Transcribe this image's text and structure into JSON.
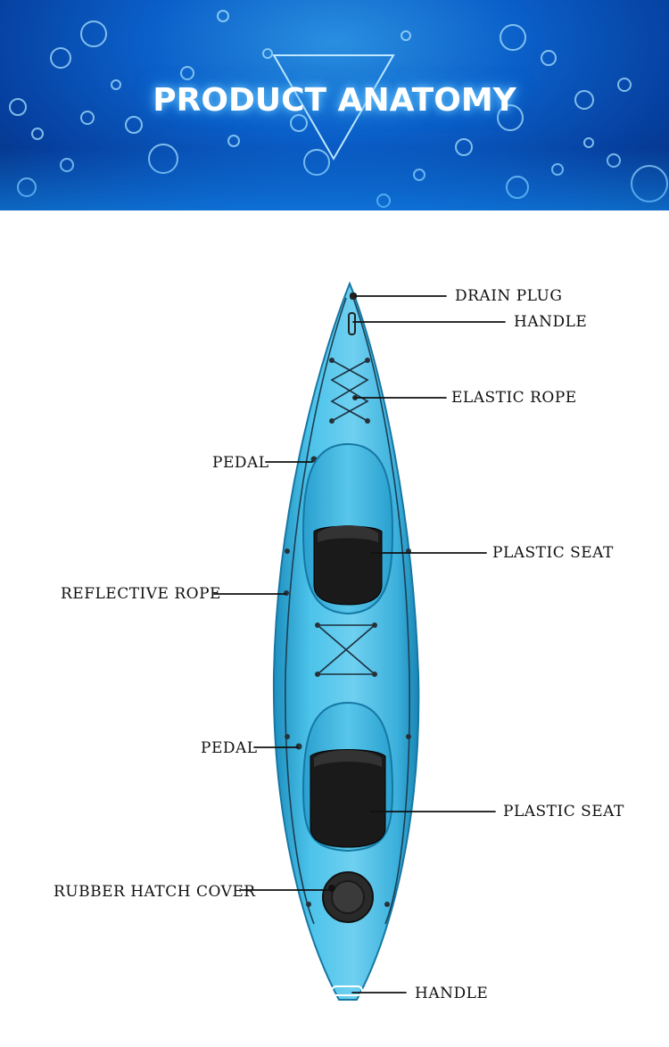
{
  "banner": {
    "title": "PRODUCT ANATOMY",
    "colors": {
      "deep": "#052f7a",
      "mid": "#0a5fc8",
      "light": "#2a8fe0",
      "glow": "#7fd4ff"
    }
  },
  "kayak": {
    "hull_color": "#3bb6e0",
    "seat_color": "#1a1a1a"
  },
  "parts": [
    {
      "id": "drain-plug",
      "label": "DRAIN PLUG"
    },
    {
      "id": "bow-handle",
      "label": "HANDLE"
    },
    {
      "id": "elastic-rope",
      "label": "ELASTIC ROPE"
    },
    {
      "id": "front-pedal",
      "label": "PEDAL"
    },
    {
      "id": "front-plastic-seat",
      "label": "PLASTIC SEAT"
    },
    {
      "id": "reflective-rope",
      "label": "REFLECTIVE ROPE"
    },
    {
      "id": "rear-pedal",
      "label": "PEDAL"
    },
    {
      "id": "rear-plastic-seat",
      "label": "PLASTIC SEAT"
    },
    {
      "id": "rubber-hatch-cover",
      "label": "RUBBER HATCH COVER"
    },
    {
      "id": "stern-handle",
      "label": "HANDLE"
    }
  ]
}
